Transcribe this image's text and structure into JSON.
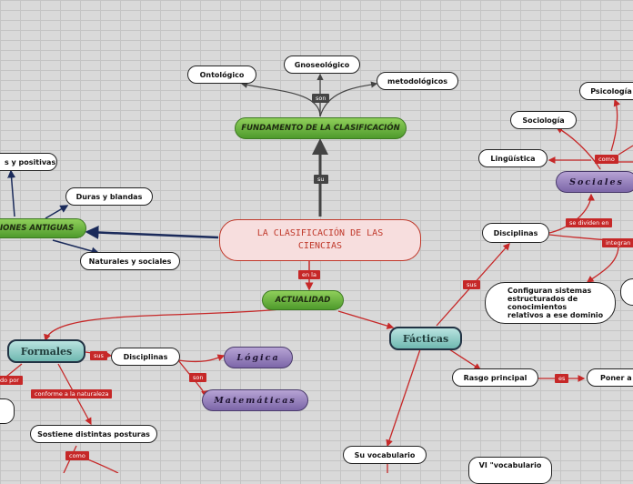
{
  "nodes": {
    "root": "LA CLASIFICACIÓN DE LAS CIENCIAS",
    "fundamento": "FUNDAMENTO DE LA CLASIFICACIÓN",
    "ontologico": "Ontológico",
    "gnoseologico": "Gnoseológico",
    "metodologicos": "metodológicos",
    "clasif_antiguas": "CIONES ANTIGUAS",
    "positivas": "s y positivas",
    "duras": "Duras y blandas",
    "naturales": "Naturales y sociales",
    "actualidad": "ACTUALIDAD",
    "formales": "Formales",
    "disciplinas_f": "Disciplinas",
    "logica": "Lógica",
    "matematicas": "Matemáticas",
    "posturas": "Sostiene distintas posturas",
    "facticas": "Fácticas",
    "disciplinas_s": "Disciplinas",
    "sociales": "Sociales",
    "psicologia": "Psicología",
    "sociologia": "Sociología",
    "linguistica": "Lingüística",
    "configuran": "Configuran sistemas estructurados de conocimientos relativos a ese dominio",
    "rasgo": "Rasgo principal",
    "poner": "Poner a p",
    "vocabulario": "Su vocabulario",
    "vi": "VI \"vocabulario"
  },
  "labels": {
    "son_top": "son",
    "su": "su",
    "en_la": "en la",
    "sus_left": "sus",
    "son_mid": "son",
    "do_por": "do por",
    "conforme": "conforme a la naturaleza",
    "como_left": "como",
    "sus_right": "sus",
    "se_dividen": "se dividen en",
    "integran": "integran",
    "como_right": "como",
    "es": "es"
  }
}
